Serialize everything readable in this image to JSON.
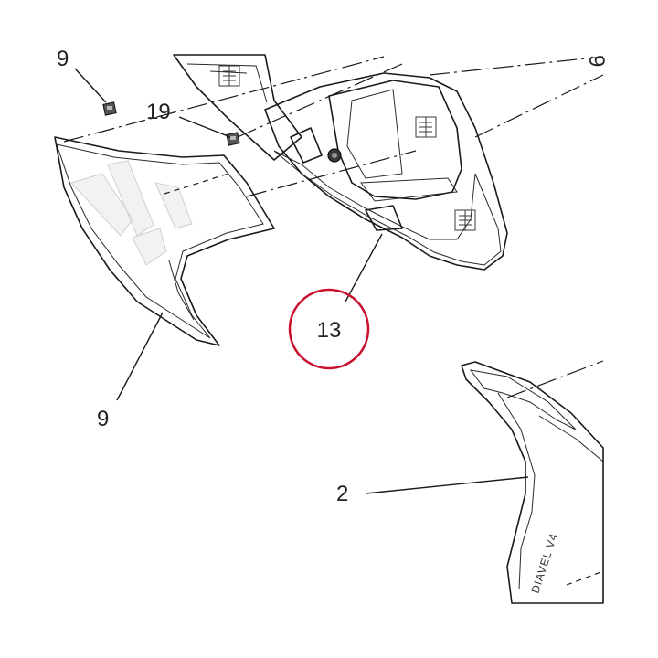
{
  "callouts": {
    "c9_top": "9",
    "c19": "19",
    "c13": "13",
    "c9_bottom": "9",
    "c2": "2",
    "c_top_right": "9"
  },
  "decal_text": "DIAVEL V4",
  "colors": {
    "part_light": "#bdbdbd",
    "part_mid": "#a6a6a6",
    "part_dark": "#707070",
    "inner_dark": "#5c5c5c",
    "highlight": "#e0e0e0",
    "callout_circle": "#c8102e"
  },
  "highlighted_callout": "13"
}
